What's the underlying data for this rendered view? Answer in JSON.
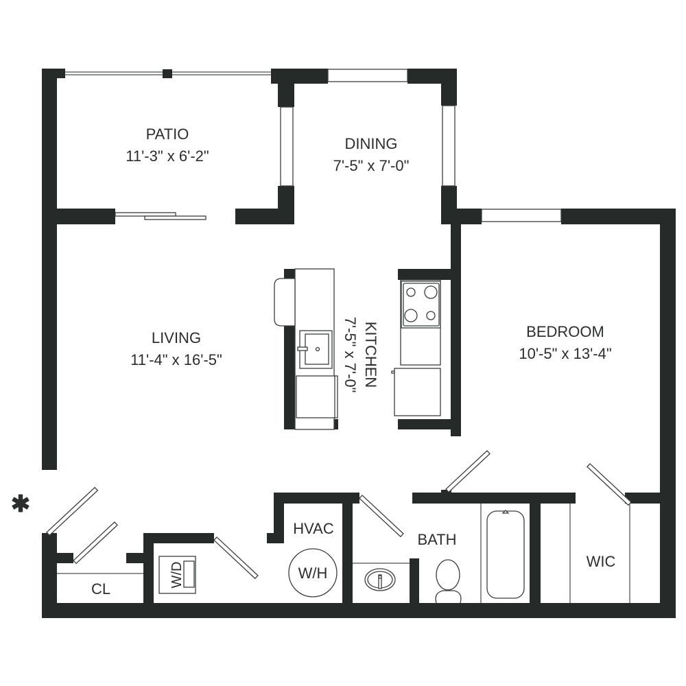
{
  "floorplan": {
    "colors": {
      "wall": "#262a29",
      "text": "#2b2e2d",
      "background": "#ffffff"
    },
    "rooms": {
      "patio": {
        "name": "PATIO",
        "dims": "11'-3\" x 6'-2\""
      },
      "dining": {
        "name": "DINING",
        "dims": "7'-5\" x 7'-0\""
      },
      "living": {
        "name": "LIVING",
        "dims": "11'-4\" x 16'-5\""
      },
      "kitchen": {
        "name": "KITCHEN",
        "dims": "7'-5\" x 7'-0\""
      },
      "bedroom": {
        "name": "BEDROOM",
        "dims": "10'-5\" x 13'-4\""
      },
      "hvac": {
        "name": "HVAC"
      },
      "bath": {
        "name": "BATH"
      },
      "wic": {
        "name": "WIC"
      },
      "closet": {
        "name": "CL"
      }
    },
    "fixtures": {
      "water_heater": "W/H",
      "washer_dryer": "W/D"
    },
    "entry_marker": "✱"
  }
}
